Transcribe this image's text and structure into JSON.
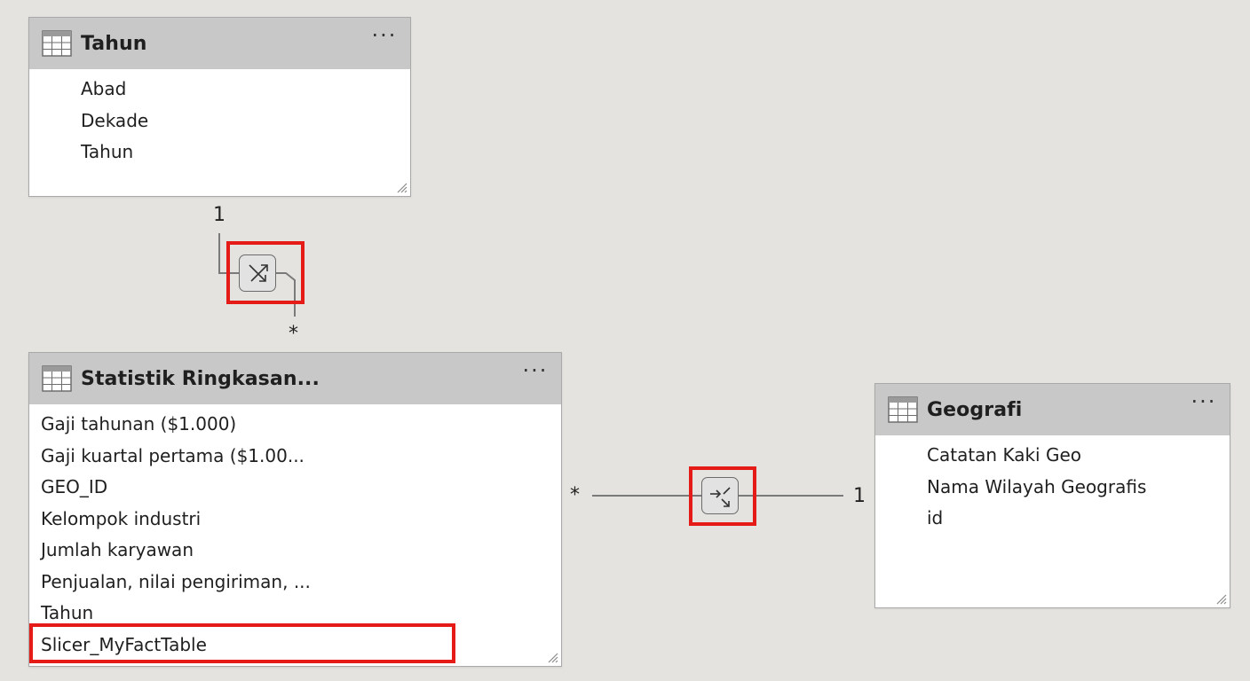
{
  "tables": {
    "tahun": {
      "title": "Tahun",
      "more": "···",
      "fields": [
        "Abad",
        "Dekade",
        "Tahun"
      ]
    },
    "statistik": {
      "title": "Statistik Ringkasan...",
      "more": "···",
      "fields": [
        "Gaji tahunan ($1.000)",
        "Gaji kuartal pertama ($1.00...",
        "GEO_ID",
        "Kelompok industri",
        "Jumlah karyawan",
        "Penjualan, nilai pengiriman, ...",
        "Tahun",
        "Slicer_MyFactTable"
      ]
    },
    "geografi": {
      "title": "Geografi",
      "more": "···",
      "fields": [
        "Catatan Kaki Geo",
        "Nama Wilayah Geografis",
        "id"
      ]
    }
  },
  "relationships": {
    "tahun_statistik": {
      "from_cardinality": "1",
      "to_cardinality": "*",
      "icon": "both-direction-filter-icon"
    },
    "statistik_geografi": {
      "from_cardinality": "*",
      "to_cardinality": "1",
      "icon": "single-direction-filter-icon"
    }
  },
  "colors": {
    "canvas": "#e5e3df",
    "header": "#c8c8c8",
    "highlight": "#e41b17"
  }
}
